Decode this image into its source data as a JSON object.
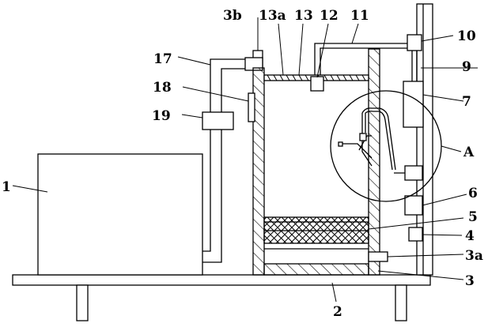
{
  "labels": {
    "l1": "1",
    "l2": "2",
    "l3": "3",
    "l3a": "3a",
    "l3b": "3b",
    "l4": "4",
    "l5": "5",
    "l6": "6",
    "l7": "7",
    "l9": "9",
    "l10": "10",
    "l11": "11",
    "l12": "12",
    "l13": "13",
    "l13a": "13a",
    "l17": "17",
    "l18": "18",
    "l19": "19",
    "lA": "A"
  },
  "colors": {
    "line": "#000000",
    "background": "#ffffff"
  }
}
